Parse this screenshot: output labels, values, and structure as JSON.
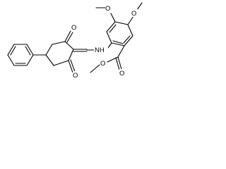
{
  "molecule": {
    "atoms": {
      "o_ketone_top": "O",
      "o_ketone_bottom": "O",
      "nh": "NH",
      "o_methoxy_1": "O",
      "o_methoxy_2": "O",
      "o_ester_carbonyl": "O",
      "o_ester": "O"
    }
  },
  "colors": {
    "background": "#ffffff",
    "bond": "#000000",
    "label": "#000000"
  }
}
